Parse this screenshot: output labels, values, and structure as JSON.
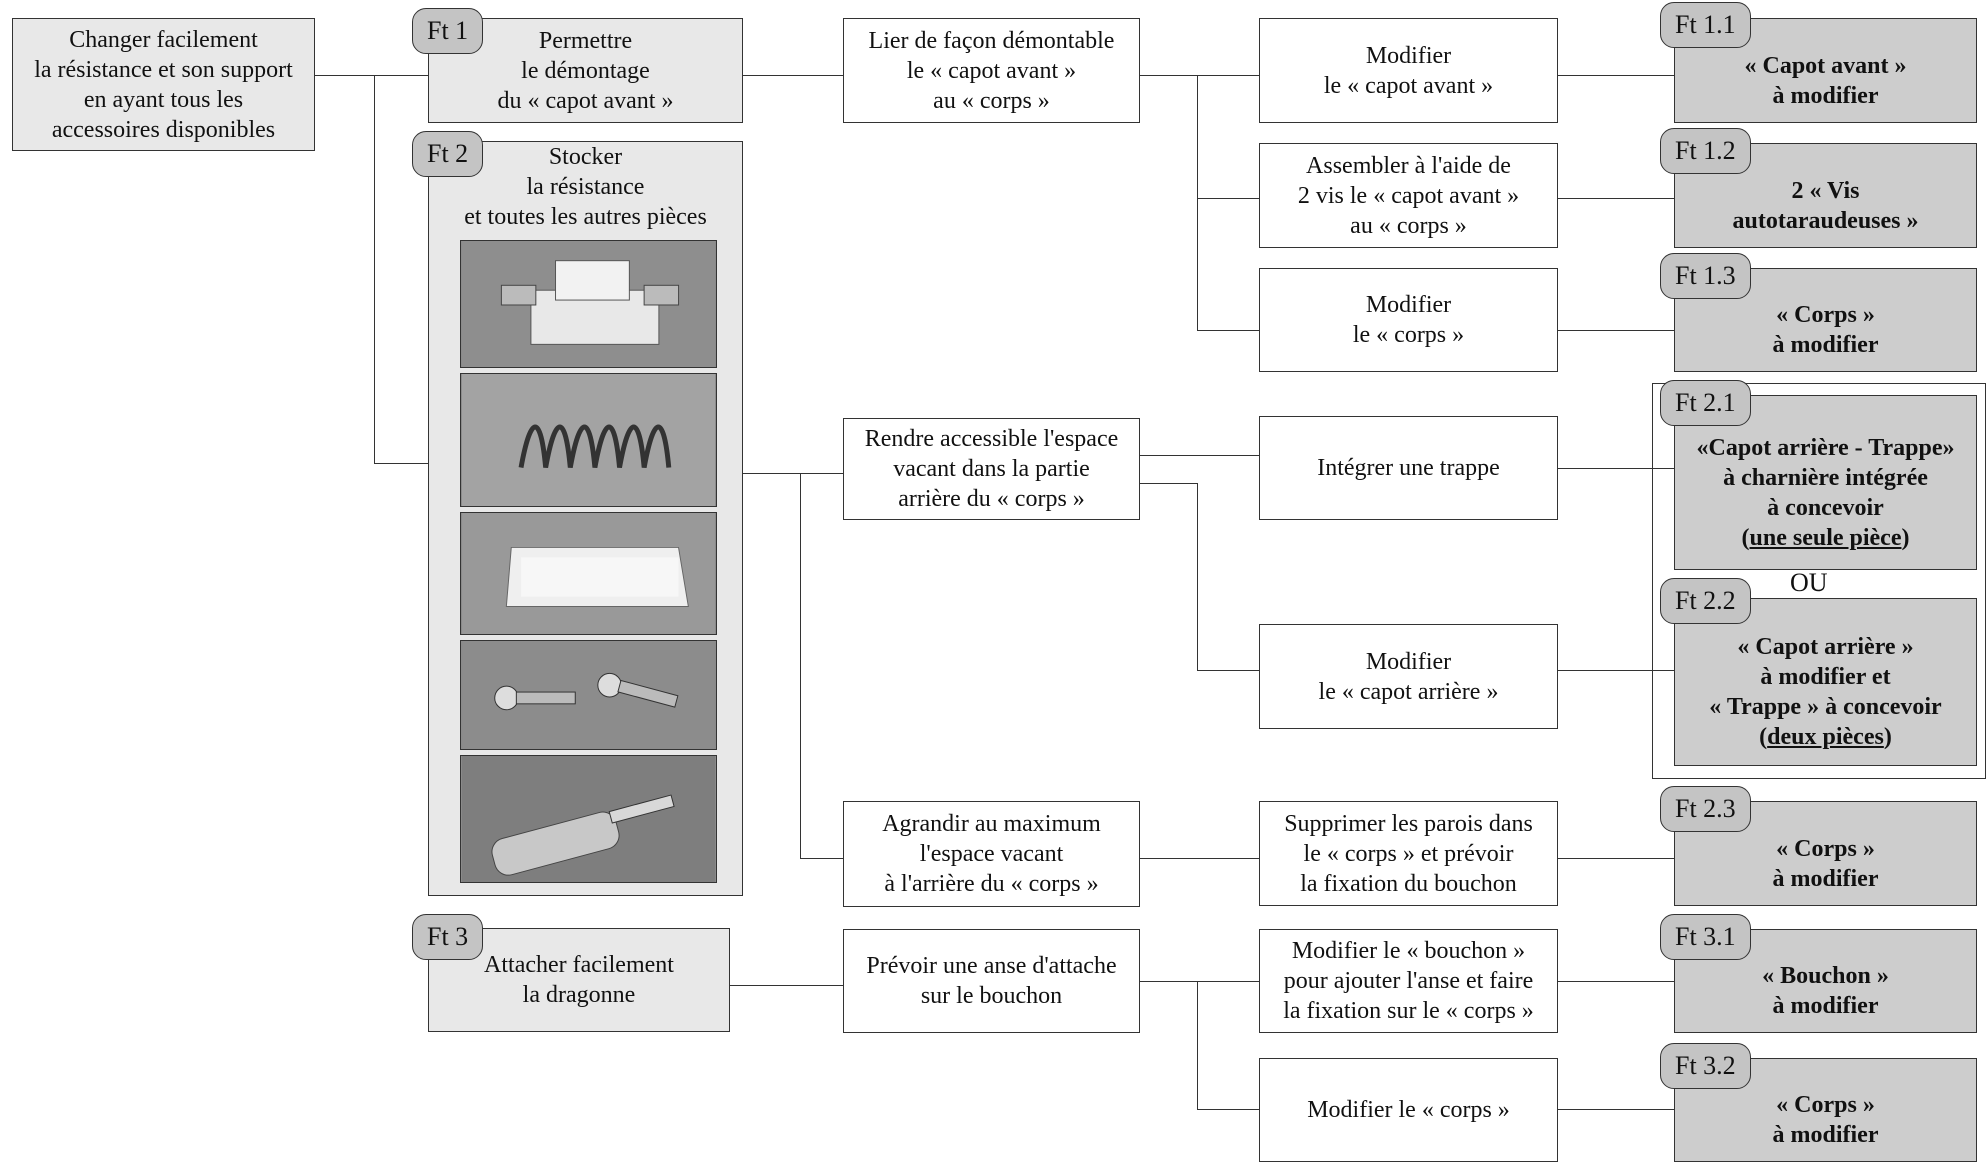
{
  "root": {
    "text": "Changer facilement\nla résistance et son support\nen ayant tous les\naccessoires disponibles"
  },
  "functions": [
    {
      "tag": "Ft 1",
      "text": "Permettre\nle démontage\ndu « capot avant »"
    },
    {
      "tag": "Ft 2",
      "text": "Stocker\nla résistance\net toutes les autres pièces"
    },
    {
      "tag": "Ft 3",
      "text": "Attacher facilement\nla dragonne"
    }
  ],
  "level2": [
    {
      "text": "Lier de façon démontable\nle « capot avant »\nau « corps »"
    },
    {
      "text": "Rendre accessible l'espace\nvacant dans la partie\narrière du « corps »"
    },
    {
      "text": "Agrandir au maximum\nl'espace vacant\nà l'arrière du « corps »"
    },
    {
      "text": "Prévoir une anse d'attache\nsur le bouchon"
    }
  ],
  "level3": [
    {
      "text": "Modifier\nle « capot avant »"
    },
    {
      "text": "Assembler à l'aide de\n2 vis le « capot avant »\nau « corps »"
    },
    {
      "text": "Modifier\nle « corps »"
    },
    {
      "text": "Intégrer une trappe"
    },
    {
      "text": "Modifier\nle « capot arrière »"
    },
    {
      "text": "Supprimer les parois dans\nle « corps » et prévoir\nla fixation du bouchon"
    },
    {
      "text": "Modifier le « bouchon »\npour ajouter l'anse et faire\nla fixation sur le « corps »"
    },
    {
      "text": "Modifier le « corps »"
    }
  ],
  "solutions": [
    {
      "tag": "Ft 1.1",
      "text": "« Capot avant »\nà modifier"
    },
    {
      "tag": "Ft 1.2",
      "text": "2 « Vis\nautotaraudeuses »"
    },
    {
      "tag": "Ft 1.3",
      "text": "« Corps »\nà modifier"
    },
    {
      "tag": "Ft 2.1",
      "text": "«Capot arrière - Trappe»\nà charnière intégrée\nà concevoir",
      "paren_open": "(",
      "underlined": "une seule pièce",
      "paren_close": ")"
    },
    {
      "tag": "Ft 2.2",
      "text": "« Capot arrière »\nà modifier et\n« Trappe » à concevoir",
      "paren_open": "(",
      "underlined": "deux pièces",
      "paren_close": ")"
    },
    {
      "tag": "Ft 2.3",
      "text": "« Corps »\nà modifier"
    },
    {
      "tag": "Ft 3.1",
      "text": "« Bouchon »\nà modifier"
    },
    {
      "tag": "Ft 3.2",
      "text": "« Corps »\nà modifier"
    }
  ],
  "or_label": "OU",
  "photos": [
    {
      "name": "resistance-support-photo",
      "icon": "resistance-holder"
    },
    {
      "name": "spring-photo",
      "icon": "coil-spring"
    },
    {
      "name": "resistance-element-photo",
      "icon": "ceramic-resistor"
    },
    {
      "name": "screws-photo",
      "icon": "self-tapping-screws"
    },
    {
      "name": "screwdriver-photo",
      "icon": "screwdriver"
    }
  ]
}
